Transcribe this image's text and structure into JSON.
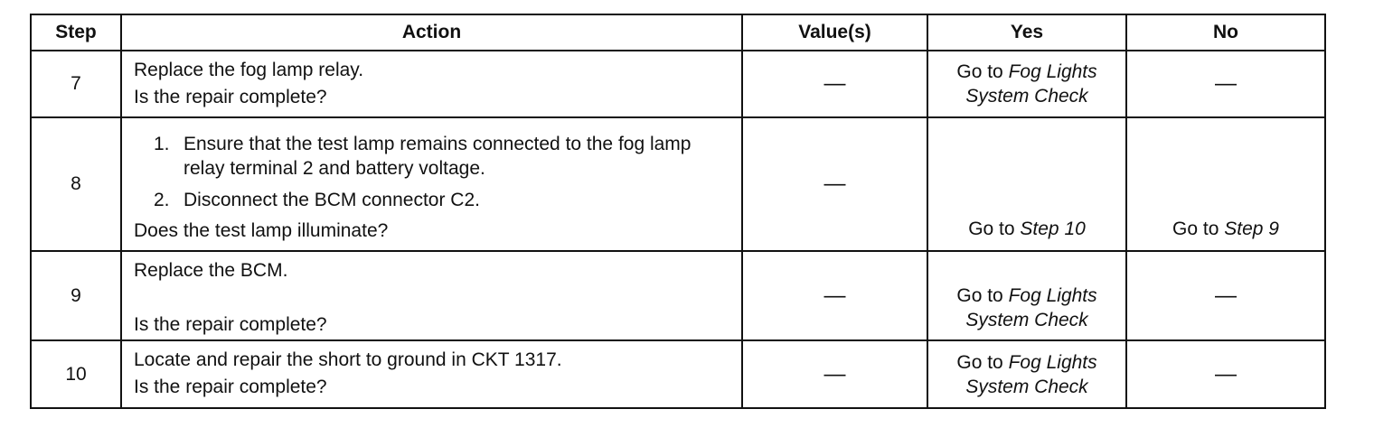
{
  "headers": {
    "step": "Step",
    "action": "Action",
    "values": "Value(s)",
    "yes": "Yes",
    "no": "No"
  },
  "rows": [
    {
      "step": "7",
      "action_lines": [
        "Replace the fog lamp relay.",
        "Is the repair complete?"
      ],
      "value": "—",
      "yes_prefix": "Go to",
      "yes_link": "Fog Lights System Check",
      "no": "—"
    },
    {
      "step": "8",
      "action_items": [
        {
          "num": "1.",
          "text": "Ensure that the test lamp remains connected to the fog lamp relay terminal 2 and battery voltage."
        },
        {
          "num": "2.",
          "text": "Disconnect the BCM connector C2."
        }
      ],
      "question": "Does the test lamp illuminate?",
      "value": "—",
      "yes_prefix": "Go to",
      "yes_link": "Step 10",
      "no_prefix": "Go to",
      "no_link": "Step 9"
    },
    {
      "step": "9",
      "action_lines": [
        "Replace the BCM.",
        "Is the repair complete?"
      ],
      "value": "—",
      "yes_prefix": "Go to",
      "yes_link": "Fog Lights System Check",
      "no": "—"
    },
    {
      "step": "10",
      "action_lines": [
        "Locate and repair the short to ground in CKT 1317.",
        "Is the repair complete?"
      ],
      "value": "—",
      "yes_prefix": "Go to",
      "yes_link": "Fog Lights System Check",
      "no": "—"
    }
  ]
}
